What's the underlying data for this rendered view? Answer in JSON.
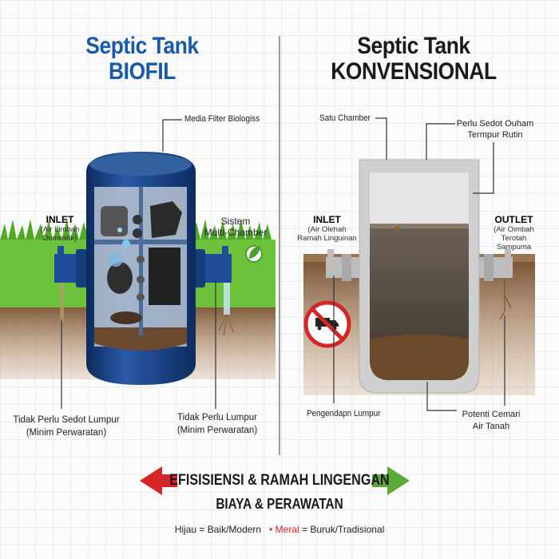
{
  "left": {
    "title_line1": "Septic Tank",
    "title_line2": "BIOFIL",
    "title_color": "#1859a8",
    "media_filter_label": "Media Filter Biologiss",
    "inlet_label": "INLET",
    "inlet_sub1": "(Air Limbah",
    "inlet_sub2": "Domestik)",
    "system_label1": "Sistem",
    "system_label2": "Multi-Chamber",
    "bottom_left_label1": "Tidak Perlu Sedot Lumpur",
    "bottom_left_label2": "(Minim Perwaratan)",
    "bottom_right_label1": "Tidak Perlu Lumpur",
    "bottom_right_label2": "(Minim Perwaratan)",
    "icon": "leaf-icon"
  },
  "right": {
    "title_line1": "Septic Tank",
    "title_line2": "KONVENSIONAL",
    "chamber_label": "Satu Chamber",
    "desludge_label1": "Perlu Sedot Ouham",
    "desludge_label2": "Termpur Rutin",
    "inlet_label": "INLET",
    "inlet_sub1": "(Air Olehah",
    "inlet_sub2": "Ramah Linguinan",
    "outlet_label": "OUTLET",
    "outlet_sub1": "(Air Oimbah",
    "outlet_sub2": "Terotah Sampuma",
    "sludge_label": "Pengendapn Lumpur",
    "pollution_label1": "Potenti Cemari",
    "pollution_label2": "Air Tanah",
    "icon": "no-truck-icon"
  },
  "bottom": {
    "line1": "EFISISIENSI & RAMAH LINGENGAN",
    "line2": "BIAYA & PERAWATAN",
    "legend_green": "Hijau = Baik/Modern",
    "legend_bullet": "•",
    "legend_red_word": "Meral",
    "legend_red_rest": "= Buruk/Tradisional",
    "red_color": "#d42626",
    "green_color": "#5aa83a"
  }
}
